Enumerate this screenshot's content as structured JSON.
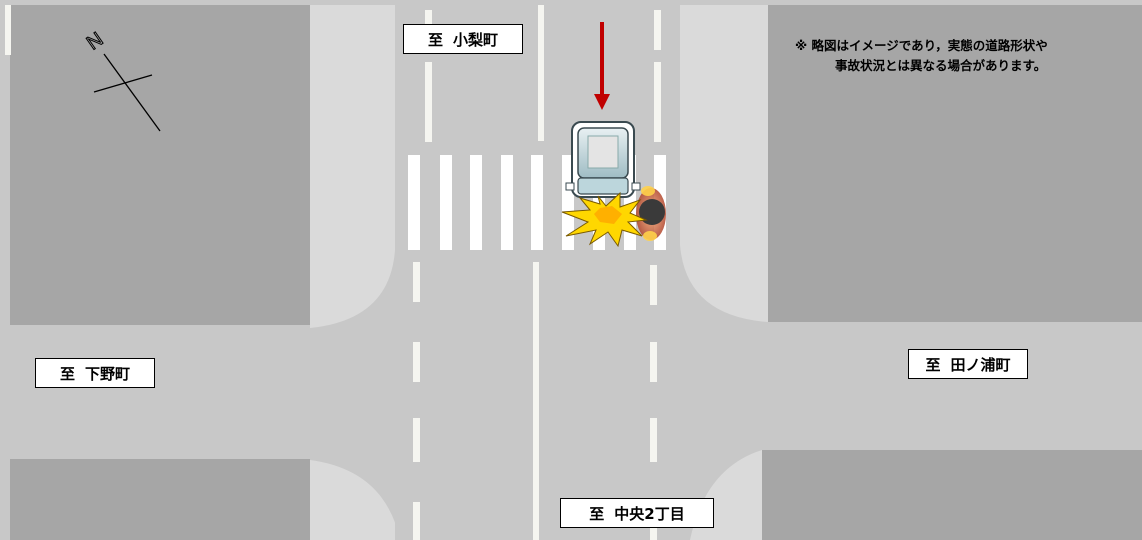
{
  "labels": {
    "north": {
      "prefix": "至",
      "name": "小梨町"
    },
    "west": {
      "prefix": "至",
      "name": "下野町"
    },
    "east": {
      "prefix": "至",
      "name": "田ノ浦町"
    },
    "south": {
      "prefix": "至",
      "name": "中央2丁目"
    }
  },
  "compass_letter": "N",
  "note": {
    "line1": "※ 略図はイメージであり，実態の道路形状や",
    "line2": "事故状況とは異なる場合があります。"
  },
  "colors": {
    "block": "#a6a6a6",
    "road": "#c8c8c8",
    "corner": "#dadada",
    "lane_line": "#f5f5f0",
    "arrow": "#c00000",
    "impact": "#ffd700"
  },
  "icons": {
    "car": "car-icon",
    "pedestrian": "pedestrian-icon",
    "impact": "collision-burst-icon",
    "direction": "direction-arrow-icon",
    "compass": "north-compass-icon"
  }
}
